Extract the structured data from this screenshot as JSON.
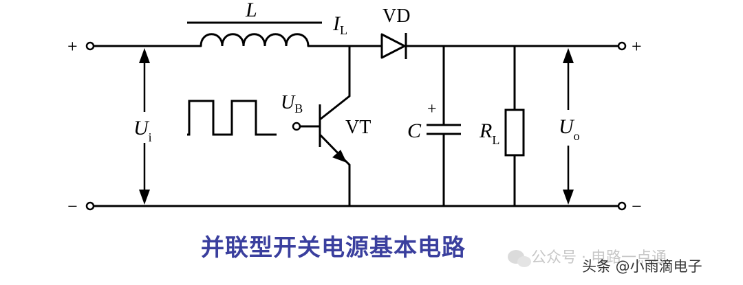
{
  "labels": {
    "inductor": "L",
    "current_symbol": "I",
    "current_sub": "L",
    "diode": "VD",
    "base_symbol": "U",
    "base_sub": "B",
    "transistor": "VT",
    "input_voltage_symbol": "U",
    "input_voltage_sub": "i",
    "capacitor": "C",
    "cap_polarity": "+",
    "load_symbol": "R",
    "load_sub": "L",
    "output_voltage_symbol": "U",
    "output_voltage_sub": "o",
    "input_plus": "+",
    "input_minus": "−",
    "output_plus": "+",
    "output_minus": "−"
  },
  "caption": "并联型开关电源基本电路",
  "watermark": {
    "line1": "公众号 · 电路一点通",
    "line2": "头条 @小雨滴电子"
  },
  "colors": {
    "line": "#000000",
    "caption": "#3a3f9e"
  }
}
